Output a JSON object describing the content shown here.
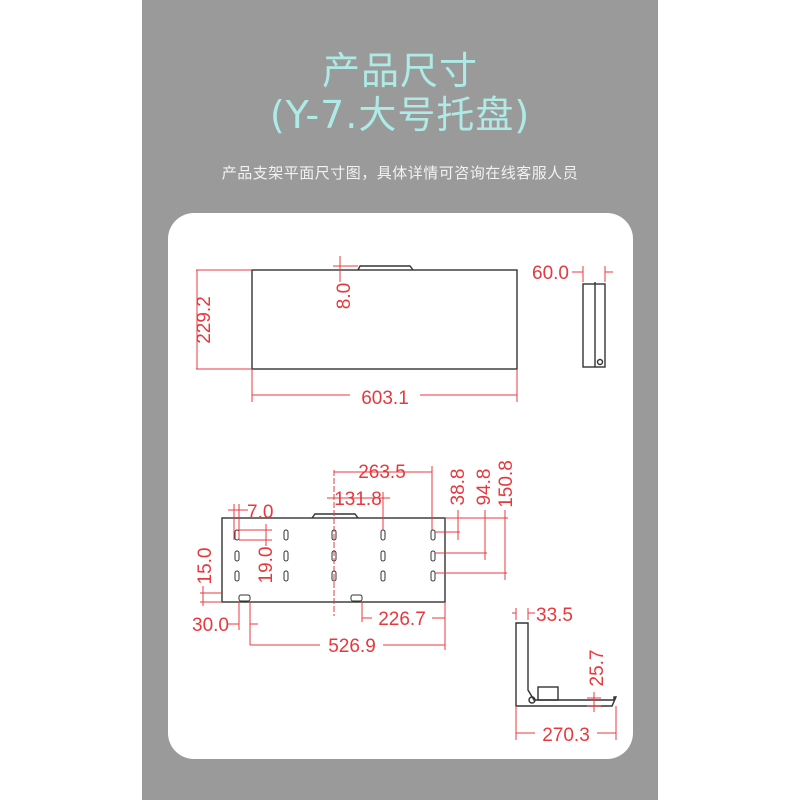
{
  "header": {
    "title_line1": "产品尺寸",
    "title_line2": "(Y-7.大号托盘)",
    "subtitle": "产品支架平面尺寸图，具体详情可咨询在线客服人员"
  },
  "colors": {
    "panel_bg": "#9a9a9a",
    "title": "#aeeae6",
    "dimension_red": "#e8383d",
    "outline": "#333333"
  },
  "drawings": {
    "top_view": {
      "height": "229.2",
      "width": "603.1",
      "tab_height": "8.0",
      "side_depth": "60.0"
    },
    "bottom_view": {
      "slot_span": "263.5",
      "slot_offset": "131.8",
      "slot_width": "7.0",
      "slot_pitch": "19.0",
      "edge_offset": "15.0",
      "row1": "38.8",
      "row2": "94.8",
      "row3": "150.8",
      "left_foot": "30.0",
      "right_foot": "226.7",
      "foot_span": "526.9"
    },
    "side_view": {
      "wall_thickness": "33.5",
      "foot_height": "25.7",
      "base_length": "270.3"
    }
  }
}
